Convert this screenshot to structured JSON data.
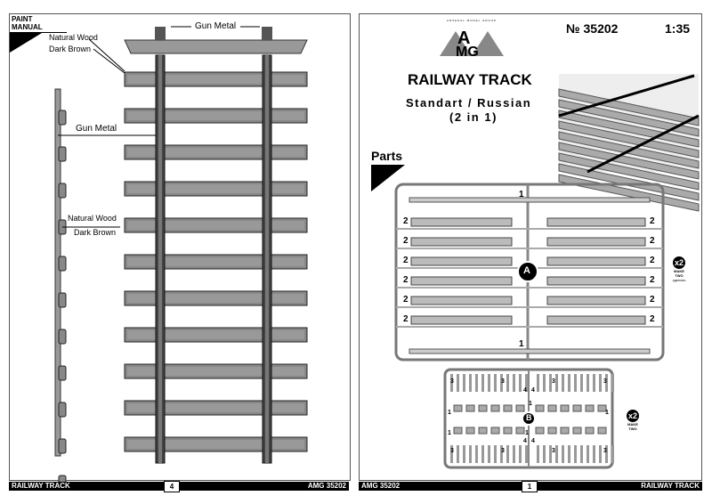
{
  "left_page": {
    "header": "PAINT MANUAL",
    "labels": {
      "gun_metal_top": "Gun Metal",
      "natural_wood_1": "Natural Wood",
      "dark_brown_1": "Dark Brown",
      "gun_metal_side": "Gun Metal",
      "natural_wood_2": "Natural Wood",
      "dark_brown_2": "Dark Brown"
    },
    "footer": {
      "title": "RAILWAY TRACK",
      "page": "4",
      "code": "AMG 35202"
    }
  },
  "right_page": {
    "logo": {
      "letters": "AMG",
      "tagline": "ARSENAL MODEL GROUP"
    },
    "catalog_no": "№ 35202",
    "scale": "1:35",
    "title": "RAILWAY TRACK",
    "subtitle": "Standart / Russian",
    "subtitle2": "(2 in 1)",
    "parts_header": "Parts",
    "sprue_a": {
      "letter": "A",
      "part_top": "1",
      "part_bottom": "1",
      "left_parts": [
        "2",
        "2",
        "2",
        "2",
        "2",
        "2"
      ],
      "right_parts": [
        "2",
        "2",
        "2",
        "2",
        "2",
        "2"
      ],
      "badge": "x2",
      "badge_text": "MAKE TWO",
      "badge_text_ru": "сделать"
    },
    "sprue_b": {
      "letter": "B",
      "parts": [
        "3",
        "3",
        "3",
        "3",
        "4",
        "4",
        "1",
        "1",
        "1",
        "1",
        "1",
        "4",
        "4",
        "3",
        "3",
        "3",
        "3"
      ],
      "badge": "x2",
      "badge_text": "MAKE TWO"
    },
    "footer": {
      "code": "AMG 35202",
      "page": "1",
      "title": "RAILWAY TRACK"
    }
  }
}
